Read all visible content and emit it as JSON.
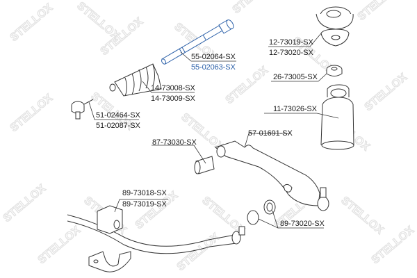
{
  "diagram": {
    "brand_watermark": "STELLOX",
    "colors": {
      "line": "#333333",
      "highlight": "#2a5fa8",
      "watermark": "#e6e6e6",
      "background": "#ffffff"
    },
    "parts": [
      {
        "id": "tie-rod",
        "labels": [
          "55-02064-SX",
          "55-02063-SX"
        ],
        "highlighted": "55-02063-SX"
      },
      {
        "id": "strut-mount",
        "labels": [
          "12-73019-SX",
          "12-73020-SX"
        ]
      },
      {
        "id": "strut-bearing",
        "labels": [
          "26-73005-SX"
        ]
      },
      {
        "id": "steering-boot",
        "labels": [
          "14-73008-SX",
          "14-73009-SX"
        ]
      },
      {
        "id": "tie-rod-end",
        "labels": [
          "51-02464-SX",
          "51-02087-SX"
        ]
      },
      {
        "id": "bump-stop-boot",
        "labels": [
          "11-73026-SX"
        ]
      },
      {
        "id": "control-arm",
        "labels": [
          "57-01691-SX"
        ]
      },
      {
        "id": "arm-bushing",
        "labels": [
          "87-73030-SX"
        ]
      },
      {
        "id": "stabilizer-bushing",
        "labels": [
          "89-73018-SX",
          "89-73019-SX"
        ]
      },
      {
        "id": "link-bushing",
        "labels": [
          "89-73020-SX"
        ]
      }
    ]
  }
}
